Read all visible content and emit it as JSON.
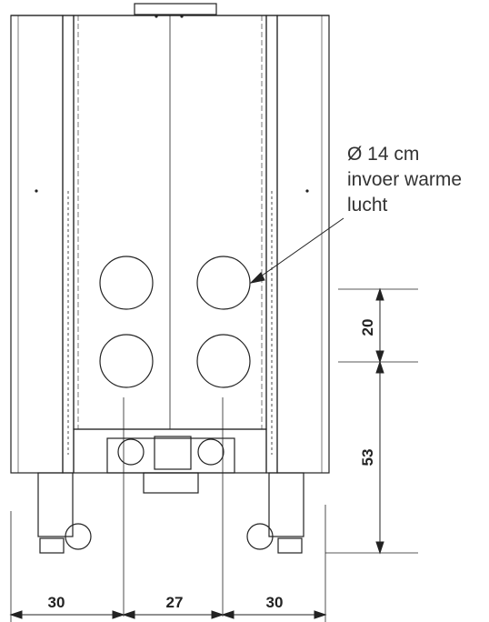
{
  "callout": {
    "line1": "Ø 14 cm",
    "line2": "invoer warme",
    "line3": "lucht"
  },
  "dimensions": {
    "bottom_left": "30",
    "bottom_middle": "27",
    "bottom_right": "30",
    "right_upper": "20",
    "right_lower": "53"
  },
  "colors": {
    "line": "#222222",
    "text": "#333333"
  }
}
